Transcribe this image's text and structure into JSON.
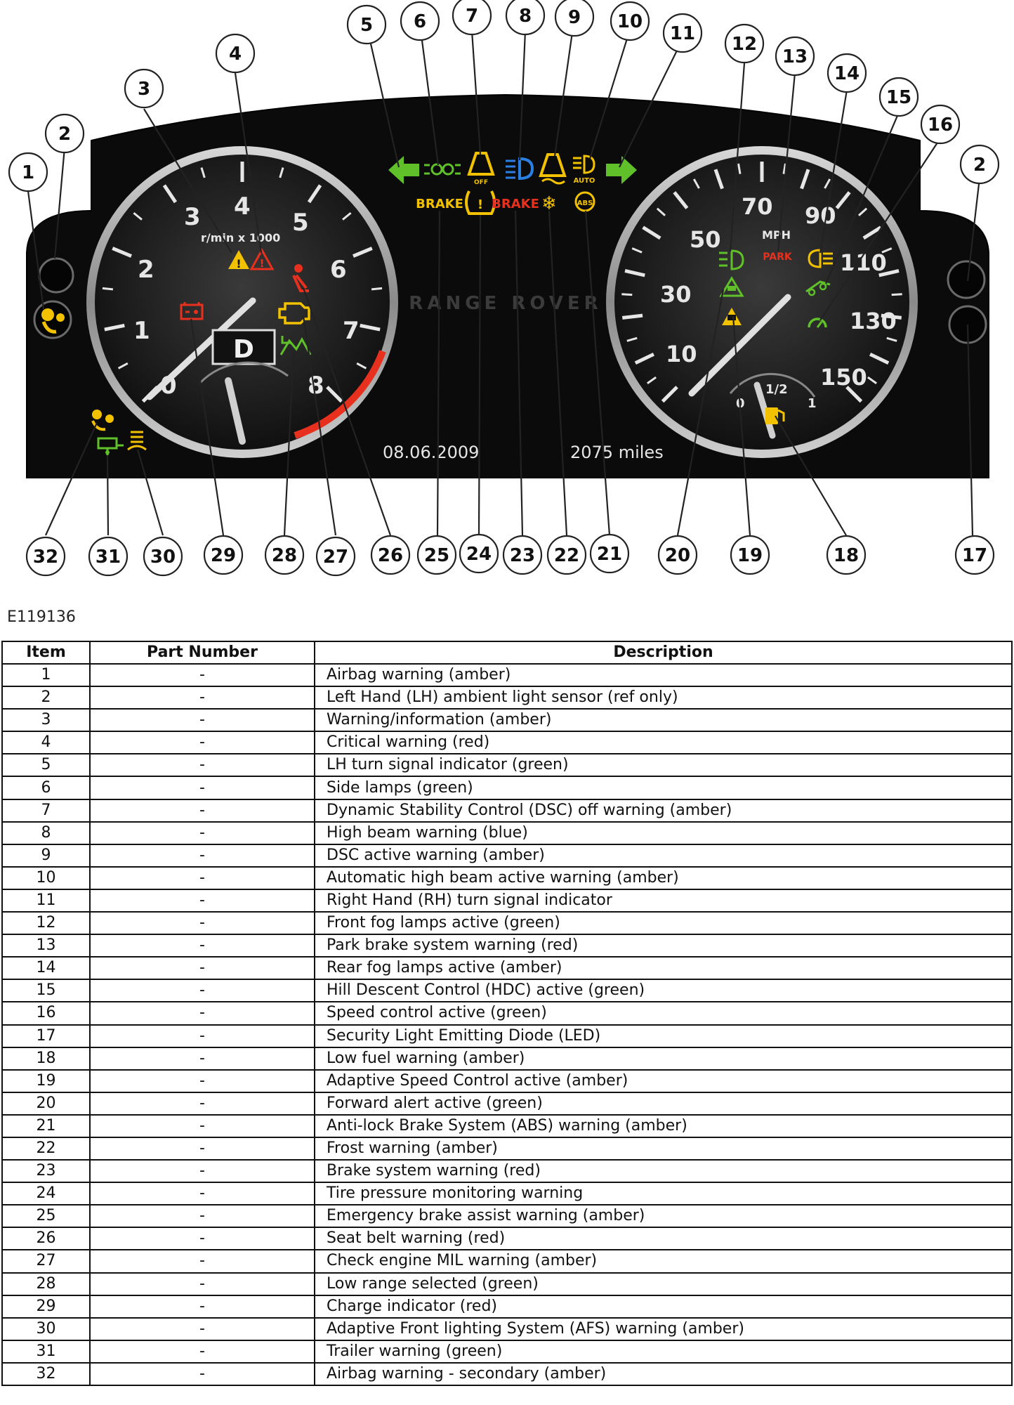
{
  "figure_id": "E119136",
  "cluster": {
    "brand": "RANGE ROVER",
    "date": "08.06.2009",
    "odometer": "2075 miles",
    "gear": "D",
    "tach_unit": "r/min x 1000",
    "speed_unit": "MPH",
    "tach_labels": [
      "0",
      "1",
      "2",
      "3",
      "4",
      "5",
      "6",
      "7",
      "8"
    ],
    "speed_labels": [
      "10",
      "30",
      "50",
      "70",
      "90",
      "110",
      "130",
      "150"
    ],
    "fuel_labels": [
      "0",
      "1/2",
      "1"
    ],
    "brake_label": "BRAKE",
    "brake_red_label": "BRAKE",
    "park_label": "PARK",
    "off_label": "OFF",
    "auto_label": "AUTO",
    "abs_label": "ABS"
  },
  "colors": {
    "amber": "#f2c200",
    "red": "#e8301e",
    "green": "#5fc02a",
    "blue": "#2a7fe0"
  },
  "callouts": [
    "1",
    "2",
    "3",
    "4",
    "5",
    "6",
    "7",
    "8",
    "9",
    "10",
    "11",
    "12",
    "13",
    "14",
    "15",
    "16",
    "2",
    "17",
    "18",
    "19",
    "20",
    "21",
    "22",
    "23",
    "24",
    "25",
    "26",
    "27",
    "28",
    "29",
    "30",
    "31",
    "32"
  ],
  "table": {
    "headers": [
      "Item",
      "Part Number",
      "Description"
    ],
    "rows": [
      {
        "item": "1",
        "part": "-",
        "desc": "Airbag warning (amber)"
      },
      {
        "item": "2",
        "part": "-",
        "desc": "Left Hand (LH) ambient light sensor (ref only)"
      },
      {
        "item": "3",
        "part": "-",
        "desc": "Warning/information (amber)"
      },
      {
        "item": "4",
        "part": "-",
        "desc": "Critical warning (red)"
      },
      {
        "item": "5",
        "part": "-",
        "desc": "LH turn signal indicator (green)"
      },
      {
        "item": "6",
        "part": "-",
        "desc": "Side lamps (green)"
      },
      {
        "item": "7",
        "part": "-",
        "desc": "Dynamic Stability Control (DSC) off warning (amber)"
      },
      {
        "item": "8",
        "part": "-",
        "desc": "High beam warning (blue)"
      },
      {
        "item": "9",
        "part": "-",
        "desc": "DSC active warning (amber)"
      },
      {
        "item": "10",
        "part": "-",
        "desc": "Automatic high beam active warning (amber)"
      },
      {
        "item": "11",
        "part": "-",
        "desc": "Right Hand (RH) turn signal indicator"
      },
      {
        "item": "12",
        "part": "-",
        "desc": "Front fog lamps active (green)"
      },
      {
        "item": "13",
        "part": "-",
        "desc": "Park brake system warning (red)"
      },
      {
        "item": "14",
        "part": "-",
        "desc": "Rear fog lamps active (amber)"
      },
      {
        "item": "15",
        "part": "-",
        "desc": "Hill Descent Control (HDC) active (green)"
      },
      {
        "item": "16",
        "part": "-",
        "desc": "Speed control active (green)"
      },
      {
        "item": "17",
        "part": "-",
        "desc": "Security Light Emitting Diode (LED)"
      },
      {
        "item": "18",
        "part": "-",
        "desc": "Low fuel warning (amber)"
      },
      {
        "item": "19",
        "part": "-",
        "desc": "Adaptive Speed Control active (amber)"
      },
      {
        "item": "20",
        "part": "-",
        "desc": "Forward alert active (green)"
      },
      {
        "item": "21",
        "part": "-",
        "desc": "Anti-lock Brake System (ABS) warning (amber)"
      },
      {
        "item": "22",
        "part": "-",
        "desc": "Frost warning (amber)"
      },
      {
        "item": "23",
        "part": "-",
        "desc": "Brake system warning (red)"
      },
      {
        "item": "24",
        "part": "-",
        "desc": "Tire pressure monitoring warning"
      },
      {
        "item": "25",
        "part": "-",
        "desc": "Emergency brake assist warning (amber)"
      },
      {
        "item": "26",
        "part": "-",
        "desc": "Seat belt warning (red)"
      },
      {
        "item": "27",
        "part": "-",
        "desc": "Check engine MIL warning (amber)"
      },
      {
        "item": "28",
        "part": "-",
        "desc": "Low range selected (green)"
      },
      {
        "item": "29",
        "part": "-",
        "desc": "Charge indicator (red)"
      },
      {
        "item": "30",
        "part": "-",
        "desc": "Adaptive Front lighting System (AFS) warning (amber)"
      },
      {
        "item": "31",
        "part": "-",
        "desc": "Trailer warning (green)"
      },
      {
        "item": "32",
        "part": "-",
        "desc": "Airbag warning - secondary (amber)"
      }
    ]
  }
}
